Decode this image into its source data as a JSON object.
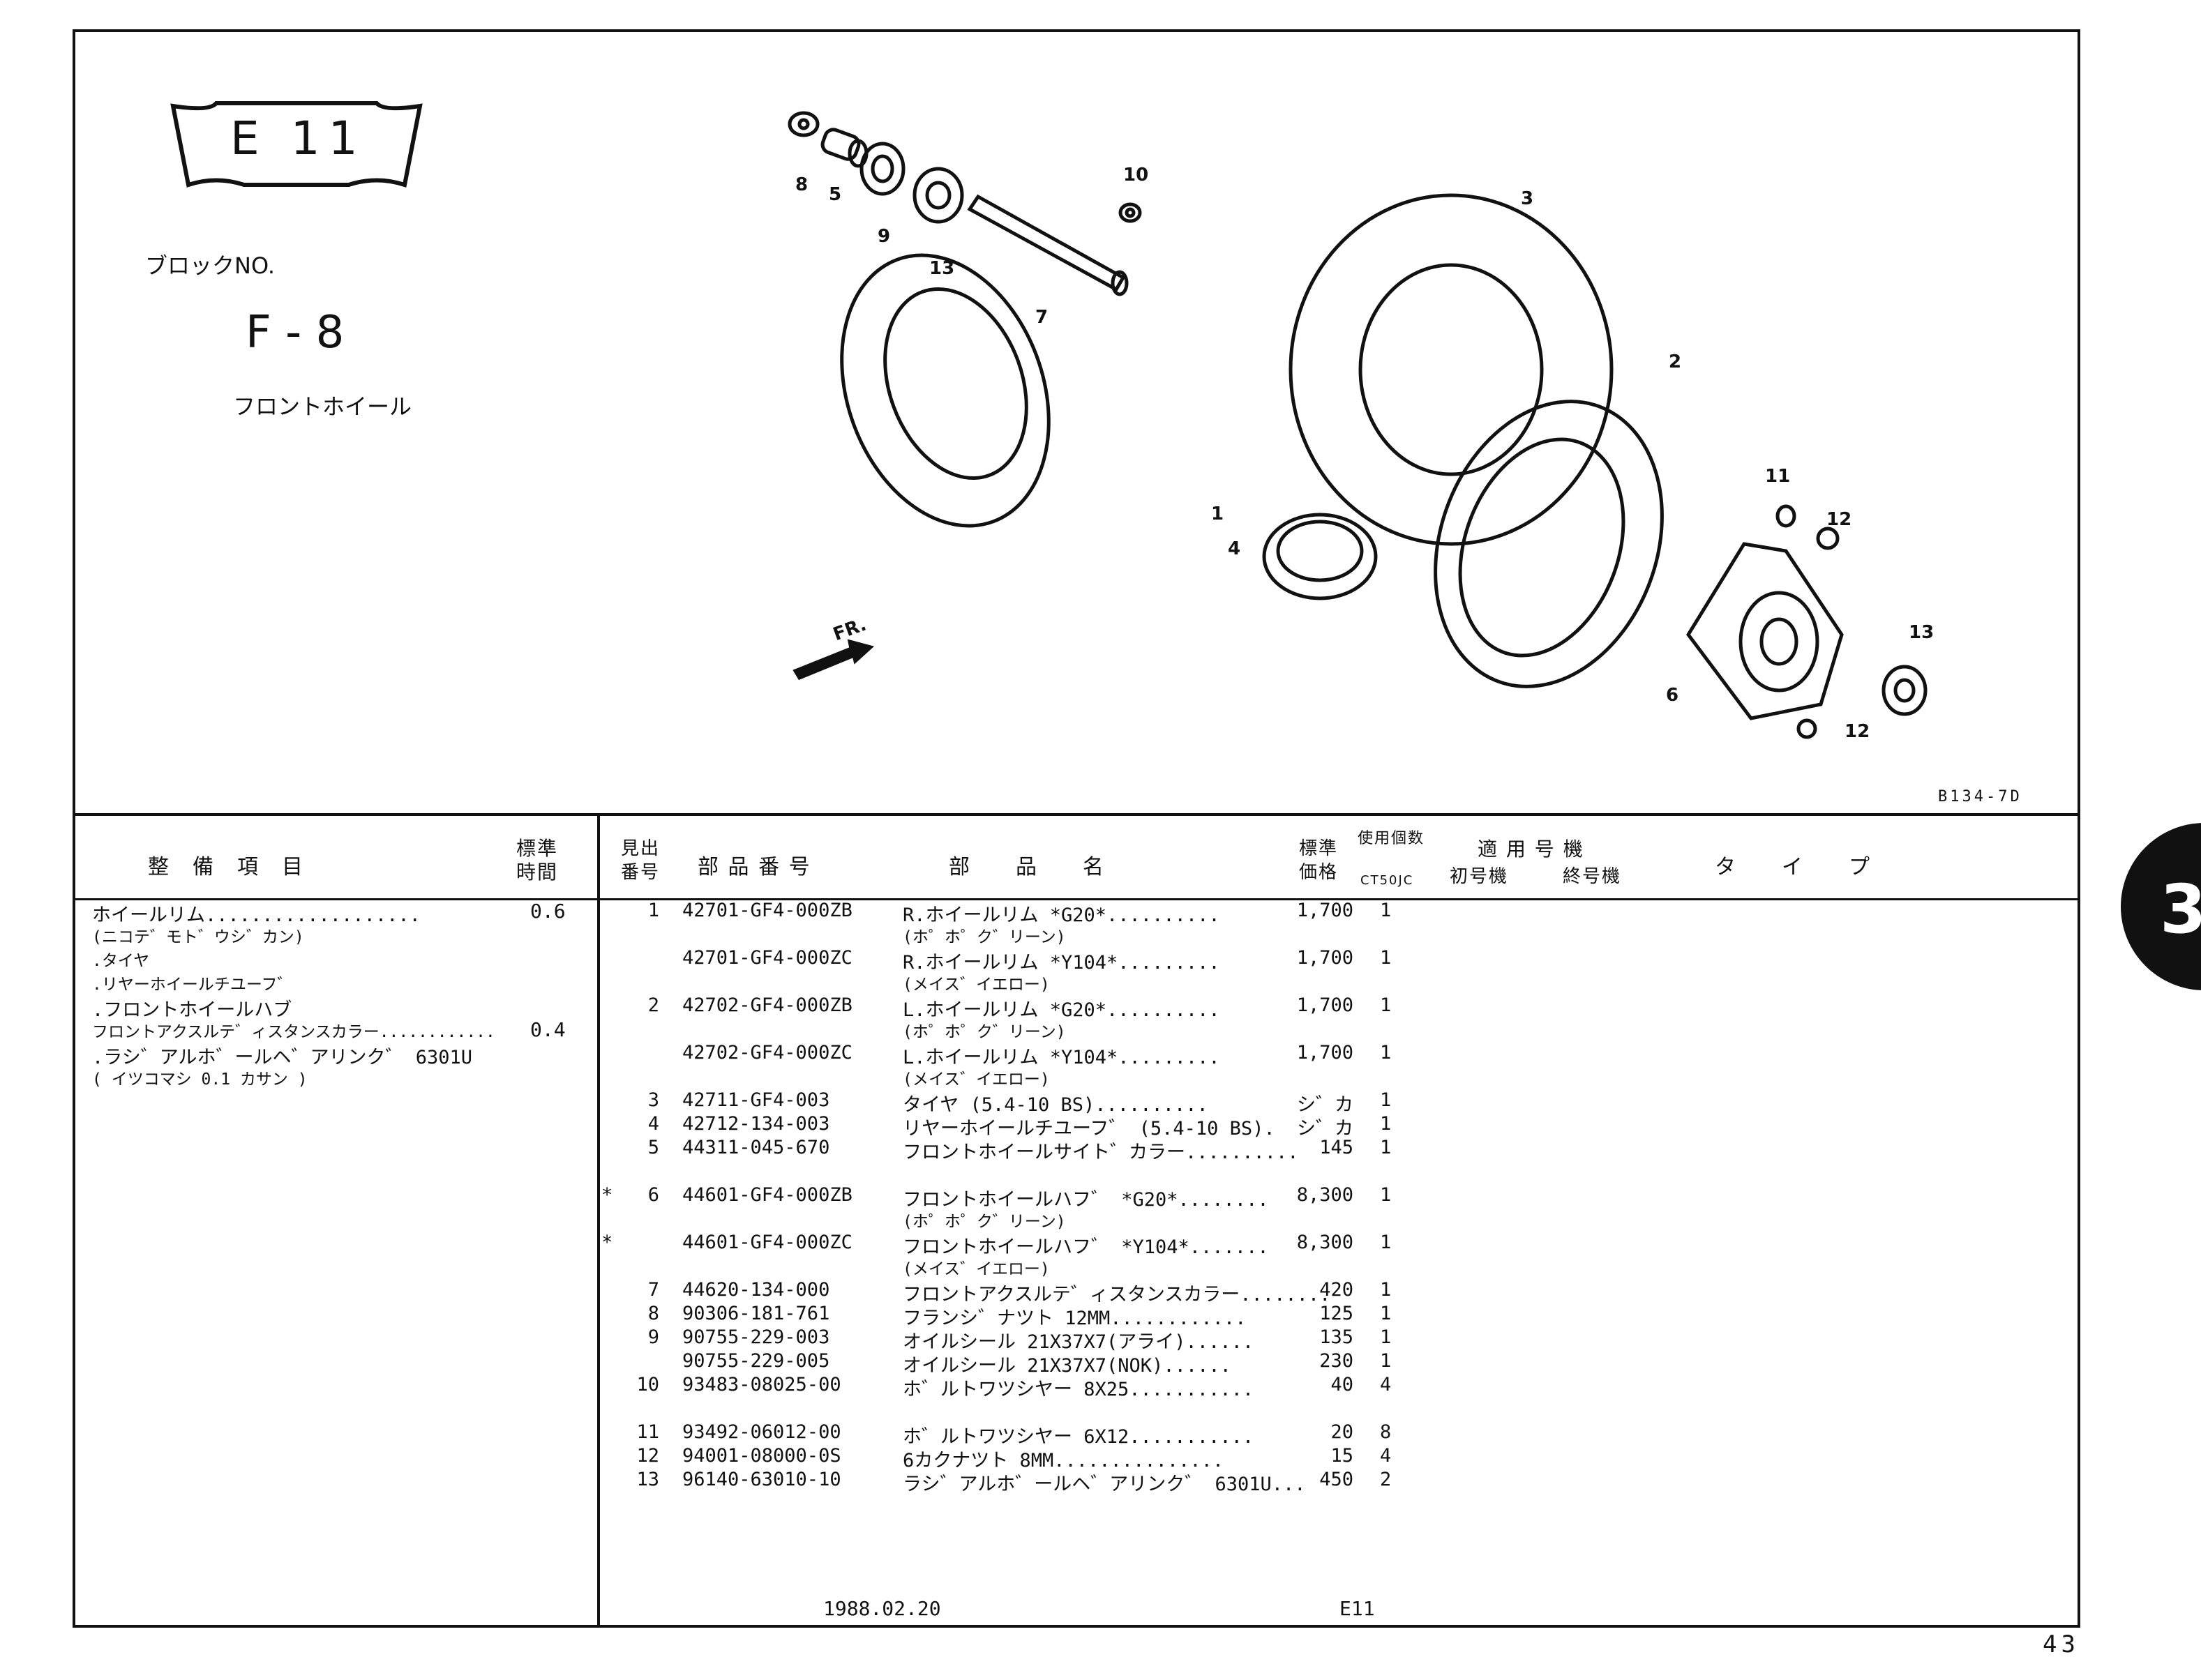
{
  "header": {
    "page_code": "E 11",
    "block_label": "ブロックNO.",
    "block_no": "F - 8",
    "section_title": "フロントホイール",
    "figure_code": "B134-7D",
    "direction_label": "FR."
  },
  "diagram_callouts": [
    "8",
    "5",
    "9",
    "13",
    "7",
    "10",
    "3",
    "2",
    "1",
    "4",
    "11",
    "12",
    "6",
    "12",
    "13"
  ],
  "left_table": {
    "col_work": "整　備　項　目",
    "col_time": "標準時間",
    "rows": [
      {
        "text": "ホイールリム...................",
        "time": "0.6"
      },
      {
        "text": "(ニコテ゛モト゛ウシ゛カン)",
        "time": ""
      },
      {
        "text": ".タイヤ",
        "time": ""
      },
      {
        "text": ".リヤーホイールチユーフ゛",
        "time": ""
      },
      {
        "text": ".フロントホイールハブ",
        "time": ""
      },
      {
        "text": "フロントアクスルテ゛ィスタンスカラー............",
        "time": "0.4"
      },
      {
        "text": ".ラシ゛アルホ゛ールヘ゛アリンク゛ 6301U",
        "time": ""
      },
      {
        "text": "( イツコマシ 0.1 カサン )",
        "time": ""
      }
    ]
  },
  "parts_table": {
    "col_index": "見出番号",
    "col_part_no": "部 品 番 号",
    "col_name": "部　　品　　名",
    "col_price": "標準価格",
    "col_qty": "使用個数",
    "col_model_code": "CT50JC",
    "col_applicable": "適 用 号 機",
    "col_first": "初号機",
    "col_last": "終号機",
    "col_type": "タ　　イ　　プ",
    "rows": [
      {
        "star": "",
        "idx": "1",
        "part": "42701-GF4-000ZB",
        "name": "R.ホイールリム *G20*..........",
        "sub": "(ホ゜ホ゜ク゛リーン)",
        "price": "1,700",
        "qty": "1"
      },
      {
        "star": "",
        "idx": "",
        "part": "42701-GF4-000ZC",
        "name": "R.ホイールリム *Y104*.........",
        "sub": "(メイス゛イエロー)",
        "price": "1,700",
        "qty": "1"
      },
      {
        "star": "",
        "idx": "2",
        "part": "42702-GF4-000ZB",
        "name": "L.ホイールリム *G20*..........",
        "sub": "(ホ゜ホ゜ク゛リーン)",
        "price": "1,700",
        "qty": "1"
      },
      {
        "star": "",
        "idx": "",
        "part": "42702-GF4-000ZC",
        "name": "L.ホイールリム *Y104*.........",
        "sub": "(メイス゛イエロー)",
        "price": "1,700",
        "qty": "1"
      },
      {
        "star": "",
        "idx": "3",
        "part": "42711-GF4-003",
        "name": "タイヤ (5.4-10 BS)..........",
        "sub": "",
        "price": "シ゛カ",
        "qty": "1"
      },
      {
        "star": "",
        "idx": "4",
        "part": "42712-134-003",
        "name": "リヤーホイールチユーフ゛ (5.4-10 BS).",
        "sub": "",
        "price": "シ゛カ",
        "qty": "1"
      },
      {
        "star": "",
        "idx": "5",
        "part": "44311-045-670",
        "name": "フロントホイールサイト゛カラー..........",
        "sub": "",
        "price": "145",
        "qty": "1"
      },
      {
        "star": "*",
        "idx": "6",
        "part": "44601-GF4-000ZB",
        "name": "フロントホイールハフ゛ *G20*........",
        "sub": "(ホ゜ホ゜ク゛リーン)",
        "price": "8,300",
        "qty": "1"
      },
      {
        "star": "*",
        "idx": "",
        "part": "44601-GF4-000ZC",
        "name": "フロントホイールハフ゛ *Y104*.......",
        "sub": "(メイス゛イエロー)",
        "price": "8,300",
        "qty": "1"
      },
      {
        "star": "",
        "idx": "7",
        "part": "44620-134-000",
        "name": "フロントアクスルテ゛ィスタンスカラー........",
        "sub": "",
        "price": "420",
        "qty": "1"
      },
      {
        "star": "",
        "idx": "8",
        "part": "90306-181-761",
        "name": "フランシ゛ナツト 12MM............",
        "sub": "",
        "price": "125",
        "qty": "1"
      },
      {
        "star": "",
        "idx": "9",
        "part": "90755-229-003",
        "name": "オイルシール 21X37X7(アライ)......",
        "sub": "",
        "price": "135",
        "qty": "1"
      },
      {
        "star": "",
        "idx": "",
        "part": "90755-229-005",
        "name": "オイルシール 21X37X7(NOK)......",
        "sub": "",
        "price": "230",
        "qty": "1"
      },
      {
        "star": "",
        "idx": "10",
        "part": "93483-08025-00",
        "name": "ホ゛ルトワツシヤー 8X25...........",
        "sub": "",
        "price": "40",
        "qty": "4"
      },
      {
        "star": "",
        "idx": "11",
        "part": "93492-06012-00",
        "name": "ホ゛ルトワツシヤー 6X12...........",
        "sub": "",
        "price": "20",
        "qty": "8"
      },
      {
        "star": "",
        "idx": "12",
        "part": "94001-08000-0S",
        "name": "6カクナツト 8MM...............",
        "sub": "",
        "price": "15",
        "qty": "4"
      },
      {
        "star": "",
        "idx": "13",
        "part": "96140-63010-10",
        "name": "ラシ゛アルホ゛ールヘ゛アリンク゛ 6301U...",
        "sub": "",
        "price": "450",
        "qty": "2"
      }
    ]
  },
  "footer": {
    "date": "1988.02.20",
    "code": "E11",
    "page_number": "43"
  },
  "side_tab": "3"
}
